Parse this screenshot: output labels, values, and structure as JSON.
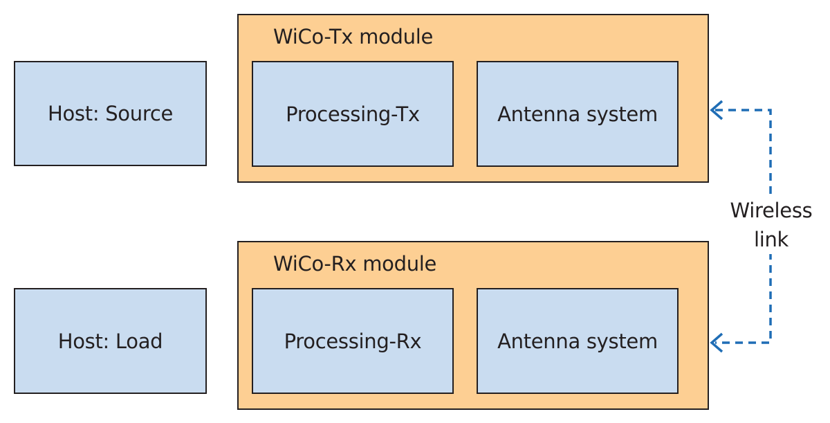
{
  "diagram": {
    "hosts": {
      "source": "Host: Source",
      "load": "Host: Load"
    },
    "tx_module": {
      "title": "WiCo-Tx module",
      "processing": "Processing-Tx",
      "antenna": "Antenna system"
    },
    "rx_module": {
      "title": "WiCo-Rx module",
      "processing": "Processing-Rx",
      "antenna": "Antenna system"
    },
    "link": {
      "line1": "Wireless",
      "line2": "link"
    },
    "colors": {
      "host_fill": "#c9dcf0",
      "module_fill": "#fdcf93",
      "border": "#231f20",
      "link": "#1f6db5"
    }
  }
}
